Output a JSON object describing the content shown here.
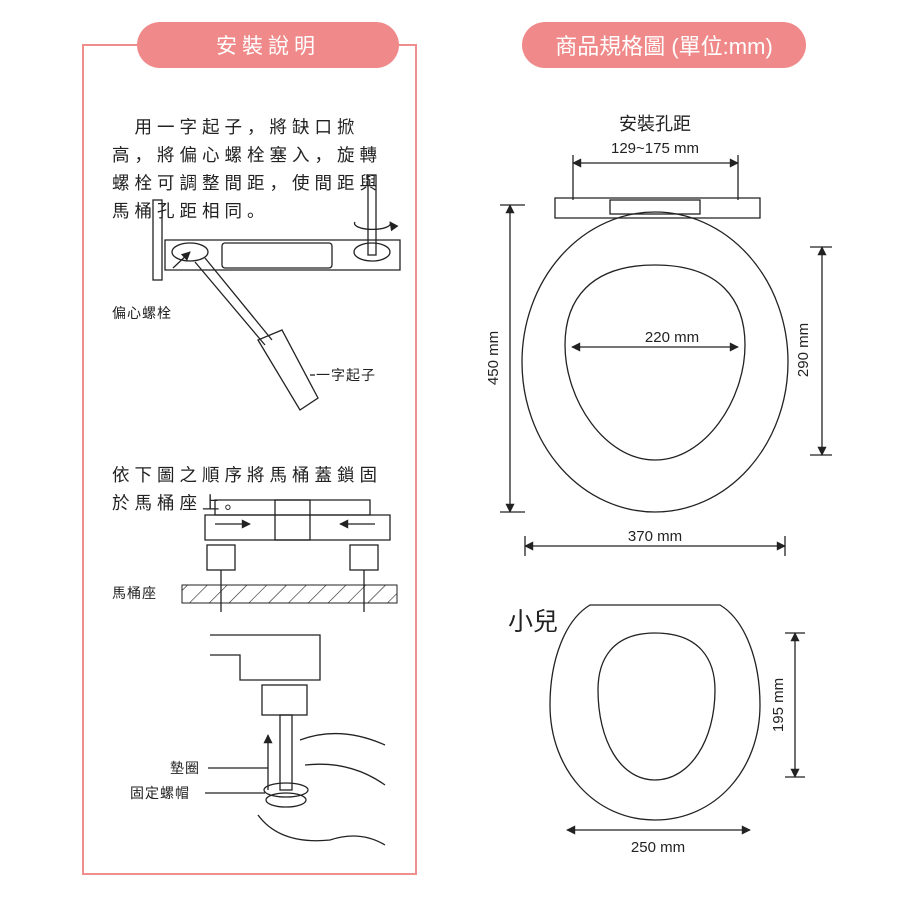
{
  "left_panel": {
    "title": "安裝說明",
    "step1_lines": [
      "　用一字起子，將缺口掀",
      "高，將偏心螺栓塞入，旋轉",
      "螺栓可調整間距，使間距與",
      "馬桶孔距相同。"
    ],
    "label_eccentric_bolt": "偏心螺栓",
    "label_screwdriver": "一字起子",
    "step2_lines": [
      "依下圖之順序將馬桶蓋鎖固",
      "於馬桶座上。"
    ],
    "label_toilet_seat": "馬桶座",
    "label_washer": "墊圈",
    "label_nut": "固定螺帽"
  },
  "right_panel": {
    "title": "商品規格圖 (單位:mm)",
    "hole_distance_label": "安裝孔距",
    "hole_distance_value": "129~175 mm",
    "adult": {
      "length": "450 mm",
      "inner_width": "220 mm",
      "inner_length": "290 mm",
      "width": "370 mm"
    },
    "child": {
      "label": "小兒",
      "length": "195 mm",
      "width": "250 mm"
    }
  },
  "colors": {
    "accent": "#f08a8a",
    "frame": "#f08e8e"
  }
}
